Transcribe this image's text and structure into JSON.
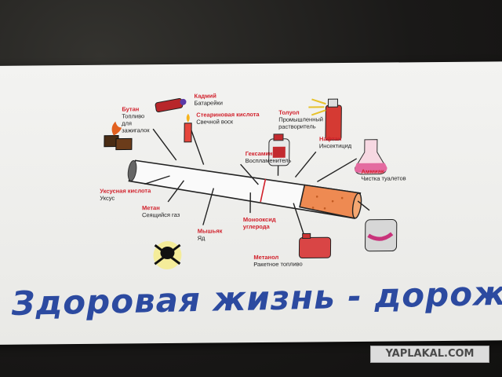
{
  "labels": {
    "butane": {
      "name": "Бутан",
      "desc": "Топливо для зажигалок"
    },
    "cadmium": {
      "name": "Кадмий",
      "desc": "Батарейки"
    },
    "stearic": {
      "name": "Стеариновая кислота",
      "desc": "Свечной воск"
    },
    "toluene": {
      "name": "Толуол",
      "desc": "Промышленный растворитель"
    },
    "naphthalene": {
      "name": "Нафтан",
      "desc": "Инсектицид"
    },
    "hexamine": {
      "name": "Гексамин",
      "desc": "Воспламенитель"
    },
    "ammonia": {
      "name": "Аммиак",
      "desc": "Чистка туалетов"
    },
    "acetic": {
      "name": "Уксусная кислота",
      "desc": "Уксус"
    },
    "methane": {
      "name": "Метан",
      "desc": "Сеящийся газ"
    },
    "arsenic": {
      "name": "Мышьяк",
      "desc": "Яд"
    },
    "co": {
      "name": "Монооксид углерода",
      "desc": ""
    },
    "methanol": {
      "name": "Метанол",
      "desc": "Ракетное топливо"
    }
  },
  "slogan": "Здоровая жизнь - дороже!",
  "watermark": "YAPLAKAL.COM",
  "colors": {
    "accent_red": "#d11f2a",
    "slogan_blue": "#2c4aa0",
    "filter_orange": "#e8783a"
  },
  "icons": [
    "lighter-fuel-icon",
    "battery-icon",
    "candle-icon",
    "solvent-can-icon",
    "spray-can-icon",
    "flask-icon",
    "skull-icon",
    "fuel-can-icon",
    "paint-can-icon"
  ]
}
